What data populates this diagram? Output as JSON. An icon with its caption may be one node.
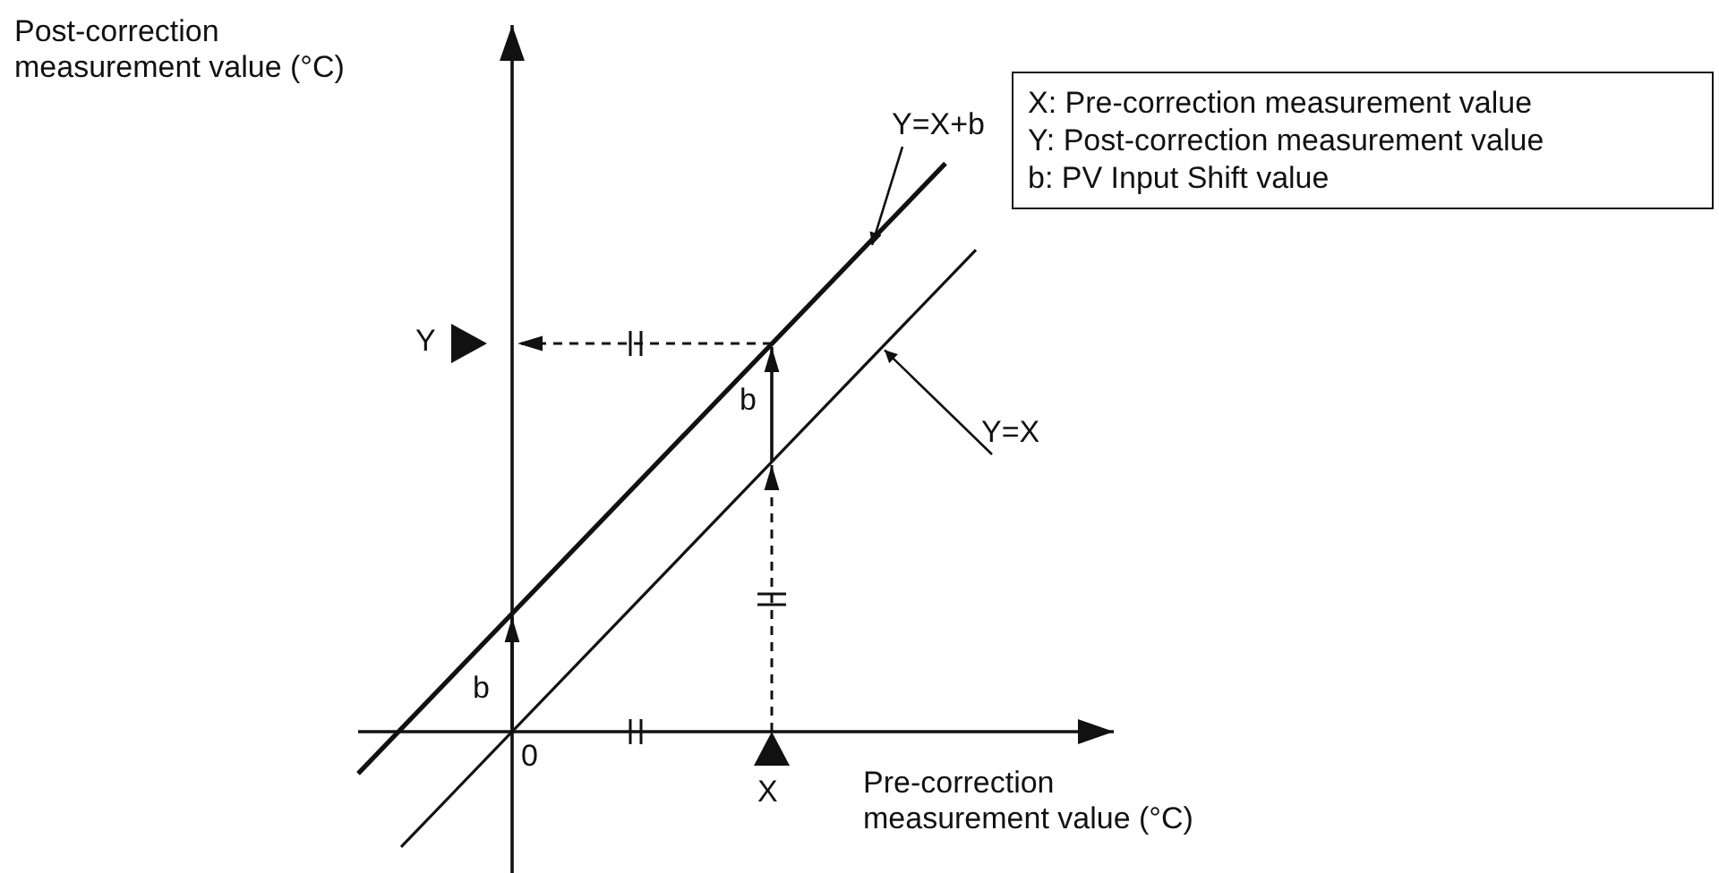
{
  "diagram": {
    "nodes": [
      {
        "text": [
          "X: Pre-correction measurement value",
          "Y: Post-correction measurement value",
          "b: PV Input Shift value"
        ]
      },
      {
        "text": [
          "Y=X+b"
        ]
      },
      {
        "text": [
          "Y=X"
        ]
      }
    ],
    "edges": [
      {
        "from": 1,
        "to": null,
        "arrow": "to"
      },
      {
        "from": 2,
        "to": null,
        "arrow": "to"
      }
    ],
    "labels": [
      "Post-correction measurement value (°C)",
      "Y",
      "b",
      "b",
      "0",
      "X",
      "Pre-correction measurement value (°C)"
    ]
  }
}
